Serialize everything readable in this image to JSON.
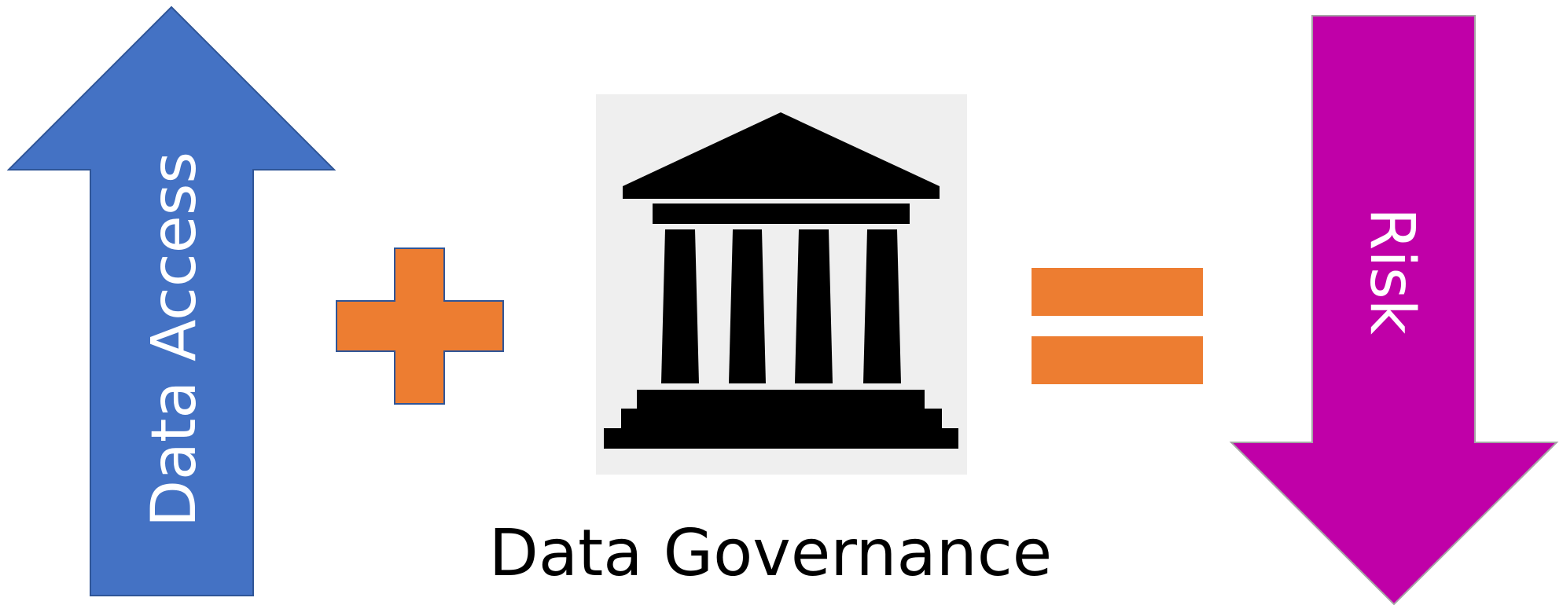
{
  "diagram": {
    "terms": [
      {
        "id": "data-access",
        "label": "Data Access",
        "shape": "up-arrow",
        "color": "#4472C4",
        "text_color": "#FFFFFF"
      },
      {
        "id": "plus",
        "symbol": "plus",
        "color": "#ED7D31"
      },
      {
        "id": "data-governance",
        "icon": "classical-building-icon",
        "label": "Data Governance",
        "icon_background": "#EFEFEF",
        "icon_color": "#000000"
      },
      {
        "id": "equals",
        "symbol": "equals",
        "color": "#ED7D31"
      },
      {
        "id": "risk",
        "label": "Risk",
        "shape": "down-arrow",
        "color": "#C000A8",
        "text_color": "#FFFFFF"
      }
    ]
  }
}
